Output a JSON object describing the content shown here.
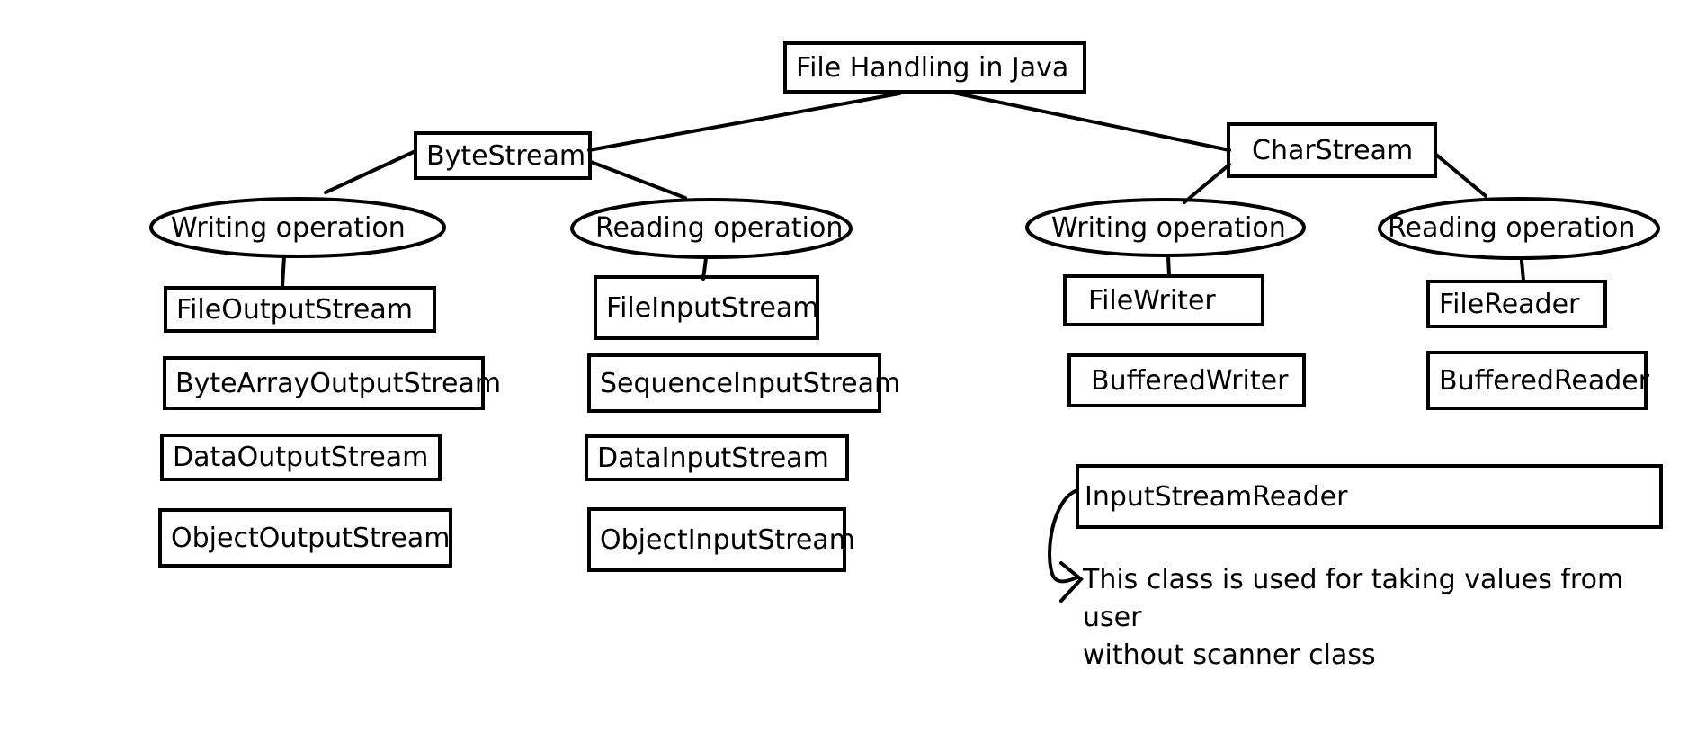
{
  "root": "File Handling in Java",
  "byte_stream": {
    "label": "ByteStream",
    "writing": {
      "label": "Writing operation",
      "classes": [
        "FileOutputStream",
        "ByteArrayOutputStream",
        "DataOutputStream",
        "ObjectOutputStream"
      ]
    },
    "reading": {
      "label": "Reading operation",
      "classes": [
        "FileInputStream",
        "SequenceInputStream",
        "DataInputStream",
        "ObjectInputStream"
      ]
    }
  },
  "char_stream": {
    "label": "CharStream",
    "writing": {
      "label": "Writing operation",
      "classes": [
        "FileWriter",
        "BufferedWriter"
      ]
    },
    "reading": {
      "label": "Reading operation",
      "classes": [
        "FileReader",
        "BufferedReader"
      ]
    }
  },
  "extra": {
    "class_name": "InputStreamReader",
    "note_line1": "This class is used for taking values from user",
    "note_line2": "without scanner class"
  }
}
